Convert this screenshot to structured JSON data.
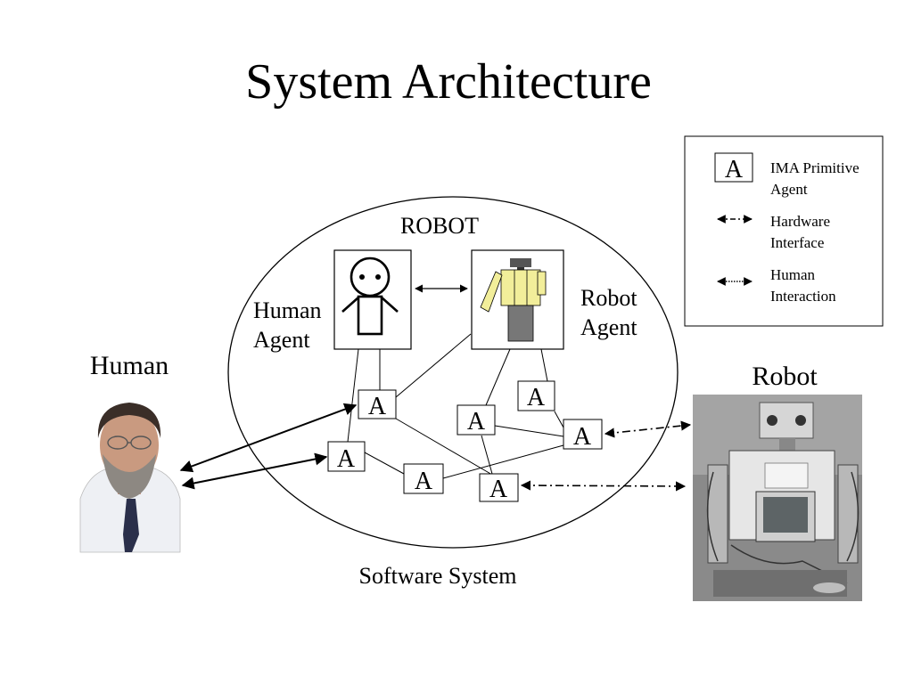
{
  "slide": {
    "title": "System Architecture",
    "software_system_label": "Software System",
    "robot_label": "ROBOT",
    "human_side_label": "Human",
    "robot_side_label": "Robot",
    "human_agent_label": [
      "Human",
      "Agent"
    ],
    "robot_agent_label": [
      "Robot",
      "Agent"
    ],
    "agent_letter": "A"
  },
  "legend": {
    "primitive_agent": [
      "IMA Primitive",
      "Agent"
    ],
    "hardware_interface": [
      "Hardware",
      "Interface"
    ],
    "human_interaction": [
      "Human",
      "Interaction"
    ]
  },
  "images": {
    "human_photo": "photo-of-man",
    "robot_photo": "photo-of-humanoid-robot"
  },
  "colors": {
    "robot_body_yellow": "#f2ee9a",
    "robot_legs_gray": "#777777",
    "robot_photo_bg": "#8a8a8a"
  }
}
